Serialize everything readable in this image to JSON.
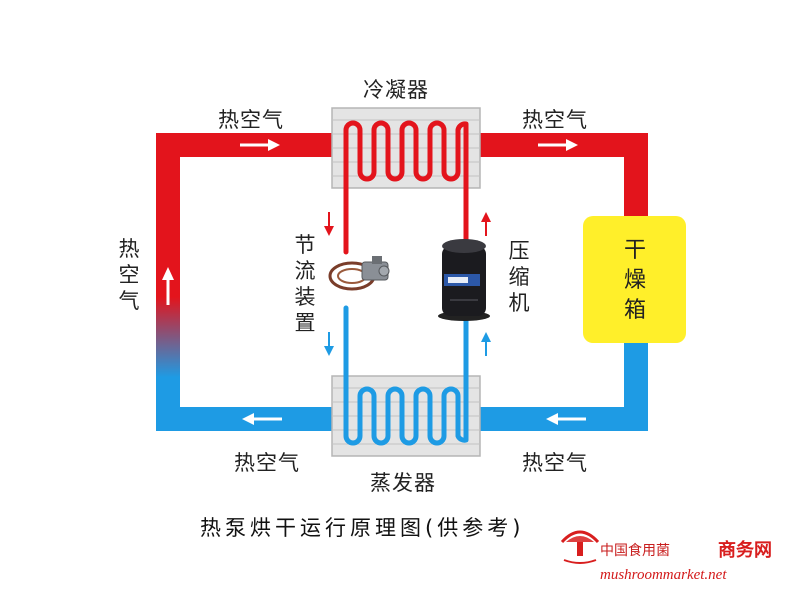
{
  "labels": {
    "condenser": "冷凝器",
    "evaporator": "蒸发器",
    "hot_air_top_left": "热空气",
    "hot_air_top_right": "热空气",
    "hot_air_left": "热空气",
    "hot_air_bottom_left": "热空气",
    "hot_air_bottom_right": "热空气",
    "throttle": "节流装置",
    "compressor": "压缩机",
    "dryer": "干燥箱"
  },
  "caption": "热泵烘干运行原理图(供参考)",
  "watermark": {
    "cn": "中国食用菌",
    "brand": "商务网",
    "url": "mushroommarket.net"
  },
  "colors": {
    "hot": "#e3141c",
    "cold": "#1e9be4",
    "dryer": "#ffef2a",
    "coil_panel": "#e4e4e4",
    "watermark": "#d81e1e"
  }
}
